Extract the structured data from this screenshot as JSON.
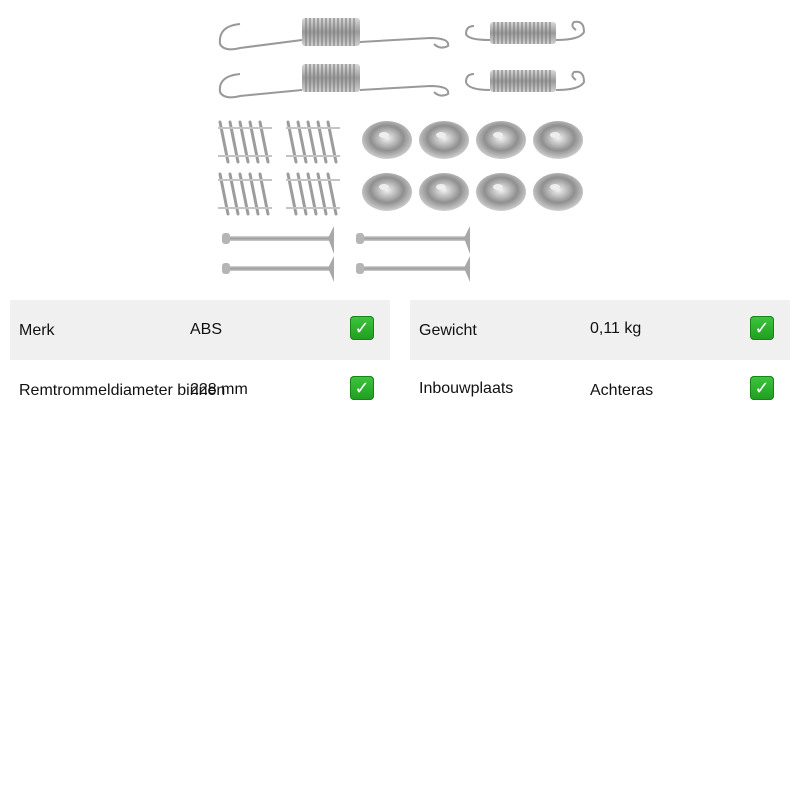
{
  "image": {
    "alt_icon": "brake-spring-kit-image"
  },
  "specs": [
    {
      "left": {
        "label": "Merk",
        "value": "ABS"
      },
      "right": {
        "label": "Gewicht",
        "value": "0,11 kg"
      }
    },
    {
      "left": {
        "label": "Remtrommeldiameter binnen",
        "value": "228 mm"
      },
      "right": {
        "label": "Inbouwplaats",
        "value": "Achteras"
      }
    }
  ],
  "check_glyph": "✓",
  "colors": {
    "row_shade": "#f0f0f0",
    "check_green": "#2db52d"
  }
}
